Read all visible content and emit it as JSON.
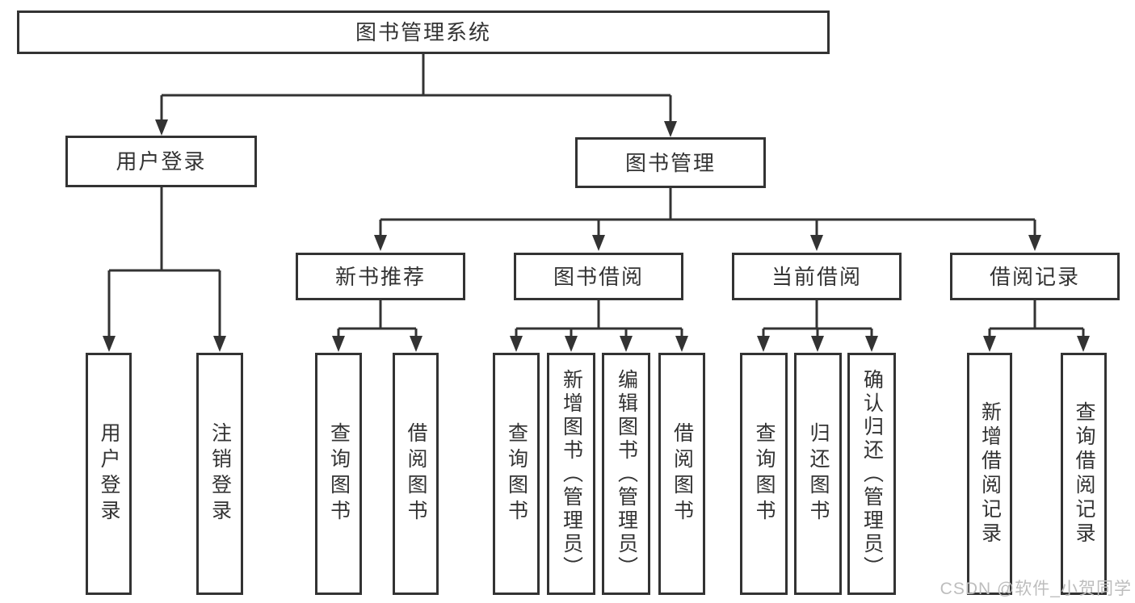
{
  "diagram": {
    "root": {
      "label": "图书管理系统"
    },
    "branches": [
      {
        "label": "用户登录",
        "children": [
          {
            "label": "用户登录"
          },
          {
            "label": "注销登录"
          }
        ]
      },
      {
        "label": "图书管理",
        "children": [
          {
            "label": "新书推荐",
            "children": [
              {
                "label": "查询图书"
              },
              {
                "label": "借阅图书"
              }
            ]
          },
          {
            "label": "图书借阅",
            "children": [
              {
                "label": "查询图书"
              },
              {
                "label": "新增图书（管理员）"
              },
              {
                "label": "编辑图书（管理员）"
              },
              {
                "label": "借阅图书"
              }
            ]
          },
          {
            "label": "当前借阅",
            "children": [
              {
                "label": "查询图书"
              },
              {
                "label": "归还图书"
              },
              {
                "label": "确认归还（管理员）"
              }
            ]
          },
          {
            "label": "借阅记录",
            "children": [
              {
                "label": "新增借阅记录"
              },
              {
                "label": "查询借阅记录"
              }
            ]
          }
        ]
      }
    ]
  },
  "watermark": {
    "text": "CSDN @软件_小贺同学"
  },
  "colors": {
    "line": "#333333",
    "background": "#ffffff",
    "watermark": "#bdbdbd"
  }
}
